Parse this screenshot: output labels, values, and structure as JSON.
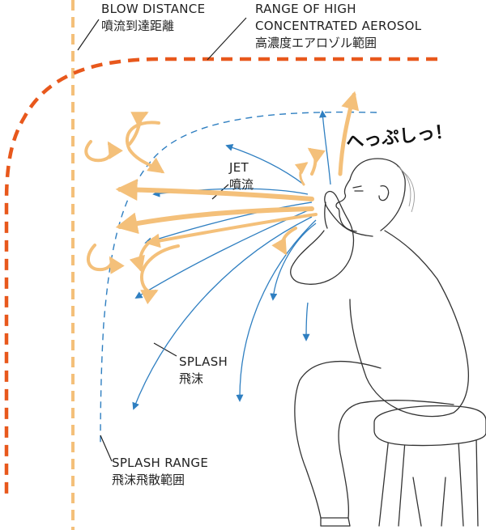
{
  "labels": {
    "blow_distance_en": "BLOW DISTANCE",
    "blow_distance_jp": "噴流到達距離",
    "aerosol_en_1": "RANGE OF HIGH",
    "aerosol_en_2": "CONCENTRATED AEROSOL",
    "aerosol_jp": "高濃度エアロゾル範囲",
    "jet_en": "JET",
    "jet_jp": "噴流",
    "splash_en": "SPLASH",
    "splash_jp": "飛沫",
    "splash_range_en": "SPLASH RANGE",
    "splash_range_jp": "飛沫飛散範囲",
    "sneeze": "へっぷしっ！"
  },
  "colors": {
    "jet": "#f4c07a",
    "splash": "#2f7fc1",
    "aerosol_boundary": "#e8581c",
    "blow_distance_line": "#f4c07a",
    "figure_outline": "#333333"
  }
}
